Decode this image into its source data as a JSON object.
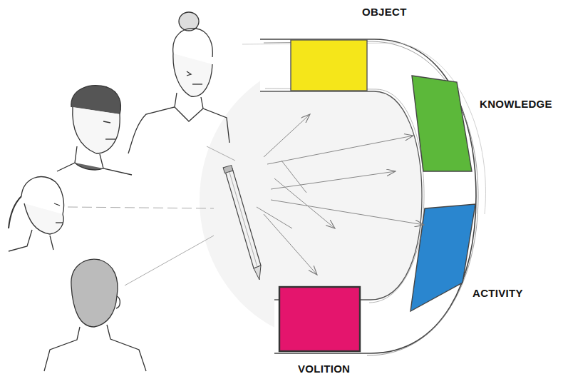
{
  "diagram": {
    "labels": [
      "OBJECT",
      "KNOWLEDGE",
      "ACTIVITY",
      "VOLITION"
    ]
  }
}
